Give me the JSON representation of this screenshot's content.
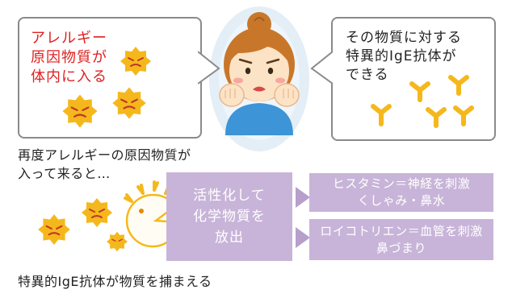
{
  "left_bubble": {
    "text": "アレルギー\n原因物質が\n体内に入る"
  },
  "right_bubble": {
    "text": "その物質に対する\n特異的IgE抗体が\nできる"
  },
  "caption_top": {
    "text": "再度アレルギーの原因物質が\n入って来ると…"
  },
  "box_center": {
    "text": "活性化して\n化学物質を\n放出"
  },
  "box_top": {
    "text": "ヒスタミン＝神経を刺激\nくしゃみ・鼻水"
  },
  "box_bottom": {
    "text": "ロイコトリエン＝血管を刺激\n鼻づまり"
  },
  "caption_bottom": {
    "text": "特異的IgE抗体が物質を捕まえる"
  },
  "colors": {
    "allergen": "#f5b81c",
    "box": "#c8b4d8",
    "arrow": "#b79fcc",
    "face_bg": "#e3eef7",
    "shirt": "#3d94d6",
    "text_red": "#e02020"
  }
}
